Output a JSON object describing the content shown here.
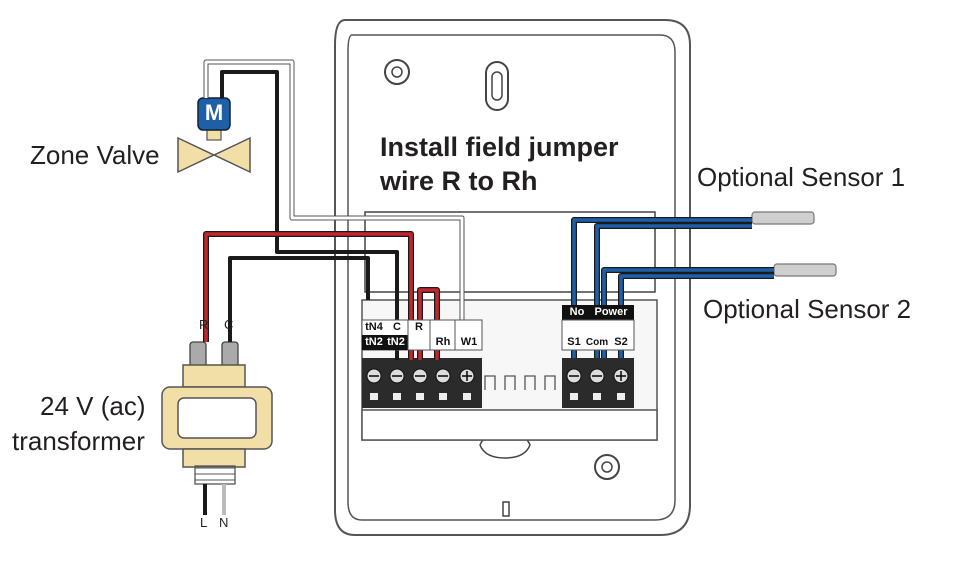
{
  "title": {
    "line1": "Install field jumper",
    "line2": "wire R to Rh"
  },
  "labels": {
    "zone_valve": "Zone Valve",
    "valve_letter": "M",
    "transformer_line1": "24 V (ac)",
    "transformer_line2": "transformer",
    "sensor1": "Optional Sensor 1",
    "sensor2": "Optional Sensor 2",
    "wire_r": "R",
    "wire_c": "C",
    "line_l": "L",
    "line_n": "N"
  },
  "terminals_left": {
    "tn4": "tN4",
    "c_top": "C",
    "r_top": "R",
    "tn2a": "tN2",
    "tn2b": "tN2",
    "rh": "Rh",
    "w1": "W1"
  },
  "terminals_right": {
    "no": "No",
    "power": "Power",
    "s1": "S1",
    "com": "Com",
    "s2": "S2"
  },
  "colors": {
    "red_wire": "#c1272d",
    "black_wire": "#1a1a1a",
    "blue_wire": "#1f5fa8",
    "valve_motor": "#1f5fa8",
    "transformer_body": "#f2dfa7",
    "housing_outline": "#5a5a5a",
    "housing_fill": "#ffffff"
  }
}
